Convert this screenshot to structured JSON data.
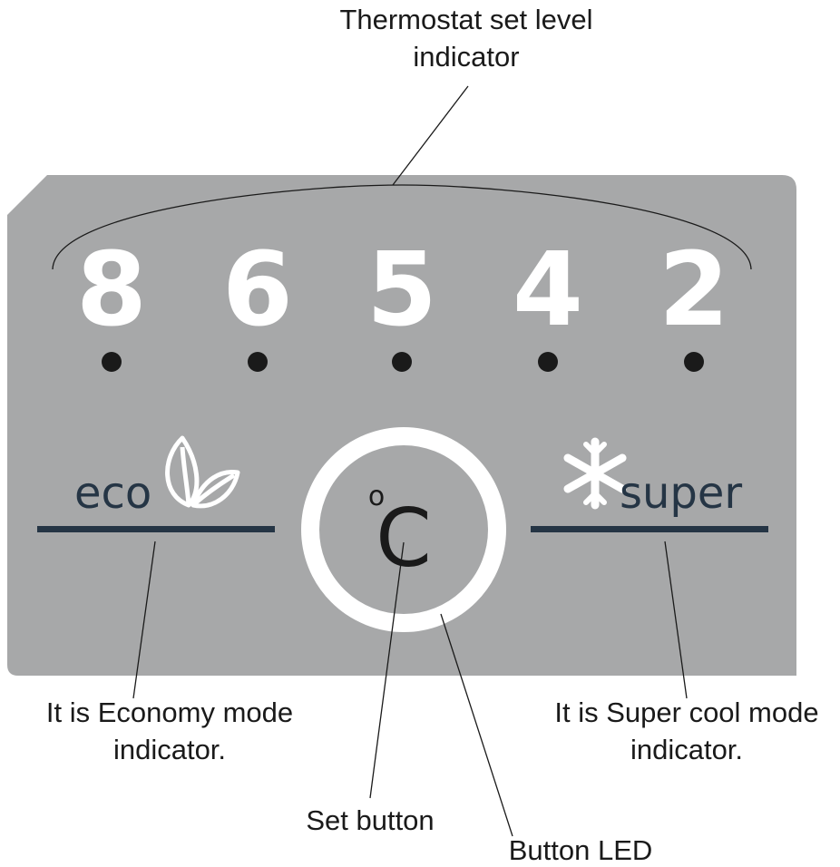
{
  "panel": {
    "colors": {
      "panel": "#a7a8a9",
      "digits": "#ffffff",
      "dots": "#1a1a1a",
      "mode_text": "#253545",
      "mode_bar": "#253545",
      "ring": "#ffffff"
    },
    "thermostat_levels": [
      "8",
      "6",
      "5",
      "4",
      "2"
    ],
    "eco_label": "eco",
    "eco_icon": "leaf-icon",
    "super_label": "super",
    "super_icon": "snowflake-icon",
    "set_button": {
      "degree": "o",
      "unit": "C"
    }
  },
  "callouts": {
    "thermostat_line1": "Thermostat set level",
    "thermostat_line2": "indicator",
    "eco_line1": "It is Economy mode",
    "eco_line2": "indicator.",
    "super_line1": "It is Super cool mode",
    "super_line2": "indicator.",
    "set_button": "Set button",
    "button_led": "Button LED"
  }
}
